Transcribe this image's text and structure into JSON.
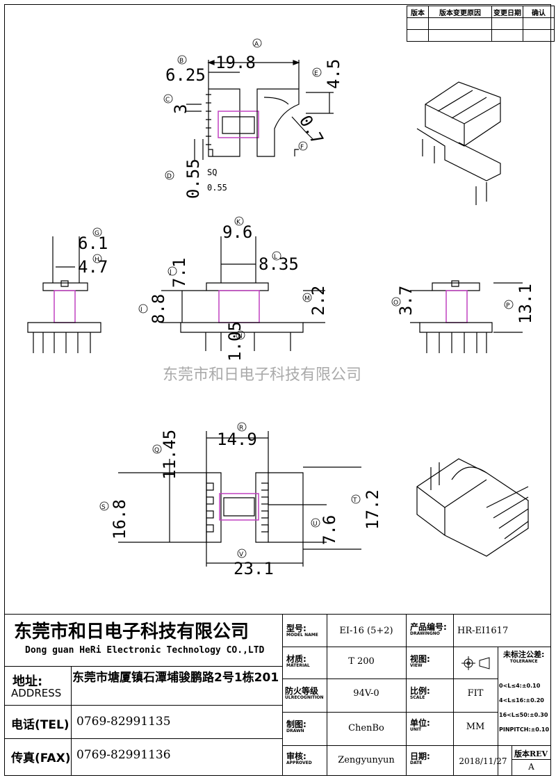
{
  "revision_table": {
    "headers": [
      "版本",
      "版本变更原因",
      "变更日期",
      "确认"
    ]
  },
  "dimensions": {
    "A": "19.8",
    "B": "6.25",
    "C": "3",
    "D": "0.55",
    "sq": "SQ",
    "sq_val": "0.55",
    "E": "4.5",
    "F": "0.7",
    "G": "6.1",
    "H": "4.7",
    "I": "8.8",
    "J": "7.1",
    "K": "9.6",
    "L": "8.35",
    "M": "2.2",
    "N": "1.05",
    "O": "3.7",
    "P": "13.1",
    "Q": "11.45",
    "R": "14.9",
    "S": "16.8",
    "T": "17.2",
    "U": "7.6",
    "V": "23.1"
  },
  "watermark": "东莞市和日电子科技有限公司",
  "title_block": {
    "company_cn": "东莞市和日电子科技有限公司",
    "company_en": "Dong guan HeRi Electronic Technology CO.,LTD",
    "address_label": "地址:",
    "address_label_en": "ADDRESS",
    "address": "东莞市塘厦镇石潭埔骏鹏路2号1栋201",
    "tel_label": "电话(TEL)",
    "tel": "0769-82991135",
    "fax_label": "传真(FAX)",
    "fax": "0769-82991136",
    "model_label": "型号:",
    "model_label_en": "MODEL NAME",
    "model": "EI-16 (5+2)",
    "material_label": "材质:",
    "material_label_en": "MATERIAL",
    "material": "T 200",
    "fire_label": "防火等级",
    "fire_label_en": "ULRECOGNITION",
    "fire": "94V-0",
    "drawn_label": "制图:",
    "drawn_label_en": "DRAWN",
    "drawn": "ChenBo",
    "approved_label": "审核:",
    "approved_label_en": "APPROVED",
    "approved": "Zengyunyun",
    "drawingno_label": "产品编号:",
    "drawingno_label_en": "DRAWINGNO",
    "drawingno": "HR-EI1617",
    "view_label": "视图:",
    "view_label_en": "VIEW",
    "scale_label": "比例:",
    "scale_label_en": "SCALE",
    "scale": "FIT",
    "unit_label": "单位:",
    "unit_label_en": "UNIT",
    "unit": "MM",
    "date_label": "日期:",
    "date_label_en": "DATE",
    "date": "2018/11/27",
    "tolerance_label": "未标注公差:",
    "tolerance_label_en": "TOLERANCE",
    "tolerances": [
      "0<L≤4:±0.10",
      "4<L≤16:±0.20",
      "16<L≤50:±0.30",
      "PINPITCH:±0.10"
    ],
    "rev_label": "版本REV",
    "rev": "A"
  }
}
